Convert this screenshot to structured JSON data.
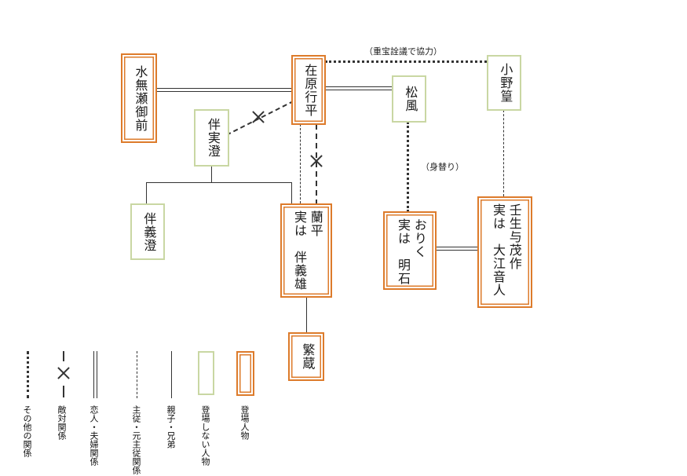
{
  "colors": {
    "appearing_border": "#dd7b2b",
    "non_appearing_border": "#c9d7a3",
    "line": "#333333"
  },
  "diagram": {
    "nodes": [
      {
        "id": "minase",
        "label": "水無瀬御前",
        "type": "appearing"
      },
      {
        "id": "yukihira",
        "label": "在原行平",
        "type": "appearing"
      },
      {
        "id": "matsukaze",
        "label": "松風",
        "type": "non-appearing"
      },
      {
        "id": "takamura",
        "label": "小野篁",
        "type": "non-appearing"
      },
      {
        "id": "sanezumi",
        "label": "伴実澄",
        "type": "non-appearing"
      },
      {
        "id": "yoshizumi",
        "label": "伴義澄",
        "type": "non-appearing"
      },
      {
        "id": "ranpei",
        "label": "蘭平",
        "label2": "実は　伴義雄",
        "type": "appearing"
      },
      {
        "id": "oriku",
        "label": "おりく",
        "label2": "実は　明石",
        "type": "appearing"
      },
      {
        "id": "yomosaku",
        "label": "壬生与茂作",
        "label2": "実は　大江音人",
        "type": "appearing"
      },
      {
        "id": "shigezo",
        "label": "繁蔵",
        "type": "appearing"
      }
    ],
    "edges": [
      {
        "from": "水無瀬御前",
        "to": "在原行平",
        "type": "couple"
      },
      {
        "from": "在原行平",
        "to": "松風",
        "type": "couple"
      },
      {
        "from": "在原行平",
        "to": "小野篁",
        "type": "other",
        "note": "（重宝詮議で協力）"
      },
      {
        "from": "伴実澄",
        "to": "在原行平",
        "type": "hostile"
      },
      {
        "from": "在原行平",
        "to": "蘭平",
        "type": "master_servant"
      },
      {
        "from": "在原行平",
        "to": "蘭平",
        "type": "hostile"
      },
      {
        "from": "伴実澄",
        "to": "伴義澄",
        "type": "parent_child"
      },
      {
        "from": "伴実澄",
        "to": "蘭平",
        "type": "parent_child"
      },
      {
        "from": "松風",
        "to": "おりく",
        "type": "other",
        "note": "（身替り）"
      },
      {
        "from": "小野篁",
        "to": "壬生与茂作",
        "type": "master_servant"
      },
      {
        "from": "おりく",
        "to": "壬生与茂作",
        "type": "couple"
      },
      {
        "from": "蘭平",
        "to": "繁蔵",
        "type": "parent_child"
      }
    ],
    "annotations": [
      {
        "text": "（重宝詮議で協力）"
      },
      {
        "text": "（身替り）"
      }
    ]
  },
  "legend": {
    "items": [
      {
        "symbol": "dotted-line",
        "label": "その他の関係"
      },
      {
        "symbol": "x-dashed-line",
        "label": "敵対関係"
      },
      {
        "symbol": "double-line",
        "label": "恋人・夫婦関係"
      },
      {
        "symbol": "dashed-line",
        "label": "主従・元主従関係"
      },
      {
        "symbol": "solid-line",
        "label": "親子・兄弟"
      },
      {
        "symbol": "green-box",
        "label": "登場しない人物"
      },
      {
        "symbol": "orange-box",
        "label": "登場人物"
      }
    ]
  }
}
